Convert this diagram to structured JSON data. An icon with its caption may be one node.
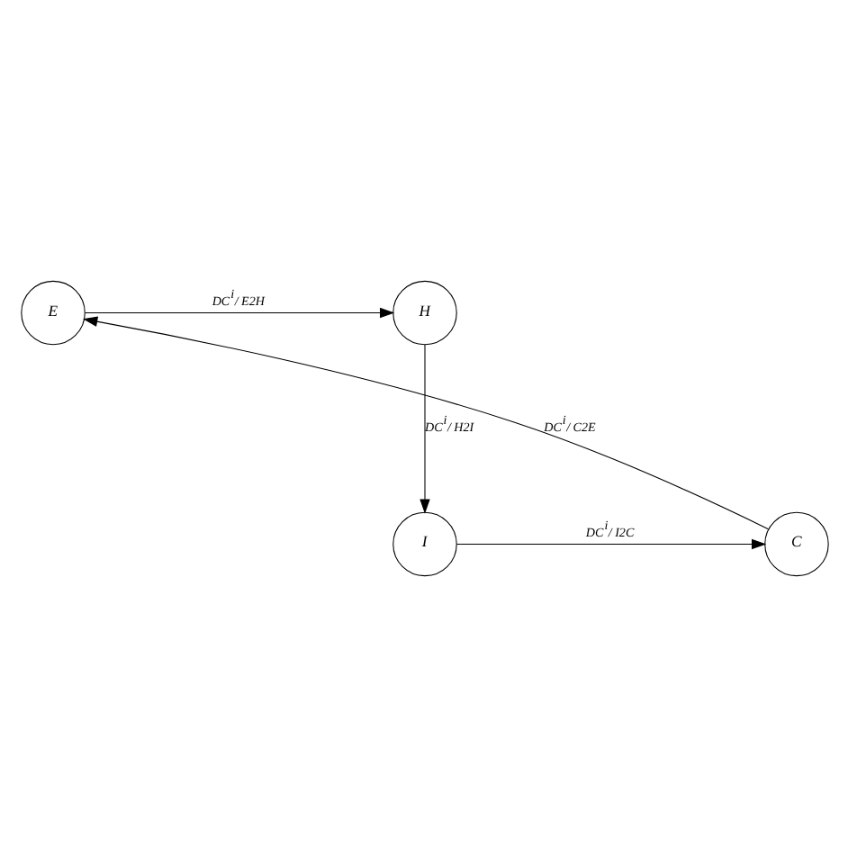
{
  "diagram": {
    "nodes": [
      {
        "text": [
          "H"
        ]
      },
      {
        "text": [
          "E"
        ]
      },
      {
        "text": [
          "I"
        ]
      },
      {
        "text": [
          "C"
        ]
      }
    ],
    "edges": [
      {
        "from": 1,
        "to": 0,
        "arrow": "to",
        "label": "DC$^{i}$/ E2H"
      },
      {
        "from": 0,
        "to": 2,
        "arrow": "to",
        "label": "DC$^{i}$/ H2I"
      },
      {
        "from": 2,
        "to": 3,
        "arrow": "to",
        "label": "DC$^{i}$/ I2C"
      },
      {
        "from": 3,
        "to": 1,
        "arrow": "to",
        "label": "DC$^{i}$/ C2E"
      }
    ]
  }
}
